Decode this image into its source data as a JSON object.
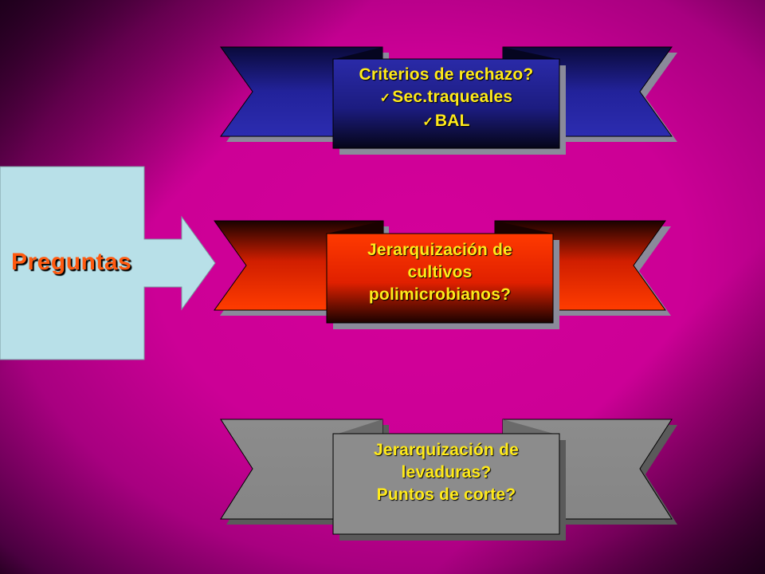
{
  "question_box": {
    "label": "Preguntas"
  },
  "boxes": [
    {
      "id": "criterios",
      "lines": [
        "Criterios de rechazo?"
      ],
      "bullets": [
        "Sec.traqueales",
        "BAL"
      ],
      "check_glyph": "✓"
    },
    {
      "id": "cultivos",
      "lines": [
        "Jerarquización de",
        "cultivos",
        "polimicrobianos?"
      ]
    },
    {
      "id": "levaduras",
      "lines": [
        "Jerarquización de",
        "levaduras?",
        "Puntos de corte?"
      ]
    }
  ],
  "colors": {
    "text": "#ffea1a",
    "preguntas_text": "#ff5a10",
    "callout": "#b8e0e8",
    "ribbon_blue": "#1e1e8c",
    "ribbon_red": "#e02000",
    "ribbon_gray": "#8c8c8c"
  }
}
